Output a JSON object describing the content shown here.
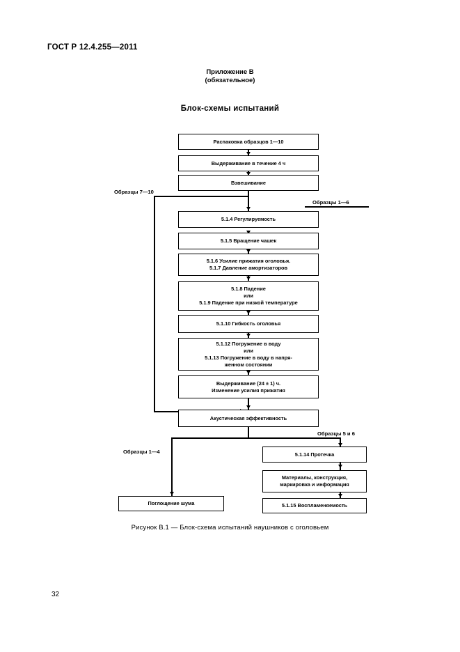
{
  "header": {
    "standard_number": "ГОСТ Р 12.4.255—2011",
    "page_number": "32"
  },
  "appendix": {
    "line1": "Приложение В",
    "line2": "(обязательное)"
  },
  "title": "Блок-схемы испытаний",
  "figure": {
    "caption": "Рисунок В.1 — Блок-схема испытаний наушников с оголовьем"
  },
  "flowchart": {
    "boxes": [
      {
        "id": "unpack",
        "text": "Распаковка образцов 1—10"
      },
      {
        "id": "conditioning",
        "text": "Выдерживание в течение 4 ч"
      },
      {
        "id": "weighing",
        "text": "Взвешивание"
      },
      {
        "id": "adjustability",
        "text": "5.1.4 Регулируемость"
      },
      {
        "id": "cup-rotation",
        "text": "5.1.5 Вращение чашек"
      },
      {
        "id": "headband-force",
        "text": "5.1.6 Усилие прижатия оголовья.\n5.1.7 Давление амортизаторов"
      },
      {
        "id": "drop-test",
        "text": "5.1.8 Падение\nили\n5.1.9 Падение при низкой температуре"
      },
      {
        "id": "flexibility",
        "text": "5.1.10 Гибкость оголовья"
      },
      {
        "id": "immersion",
        "text": "5.1.12 Погружение в воду\nили\n5.1.13 Погружение в воду в напря-\nженном состоянии"
      },
      {
        "id": "hold-24h",
        "text": "Выдерживание (24 ± 1) ч.\nИзменение усилия прижатия"
      },
      {
        "id": "acoustic",
        "text": "Акустическая эффективность"
      },
      {
        "id": "leakage",
        "text": "5.1.14 Протечка"
      },
      {
        "id": "materials",
        "text": "Материалы, конструкция,\nмаркировка и информация"
      },
      {
        "id": "flammability",
        "text": "5.1.15 Воспламеняемость"
      },
      {
        "id": "sound-absorb",
        "text": "Поглощение шума"
      }
    ],
    "labels": [
      {
        "id": "samples-7-10",
        "text": "Образцы 7—10"
      },
      {
        "id": "samples-1-6",
        "text": "Образцы 1—6"
      },
      {
        "id": "samples-5-6",
        "text": "Образцы 5 и 6"
      },
      {
        "id": "samples-1-4",
        "text": "Образцы 1—4"
      }
    ]
  }
}
